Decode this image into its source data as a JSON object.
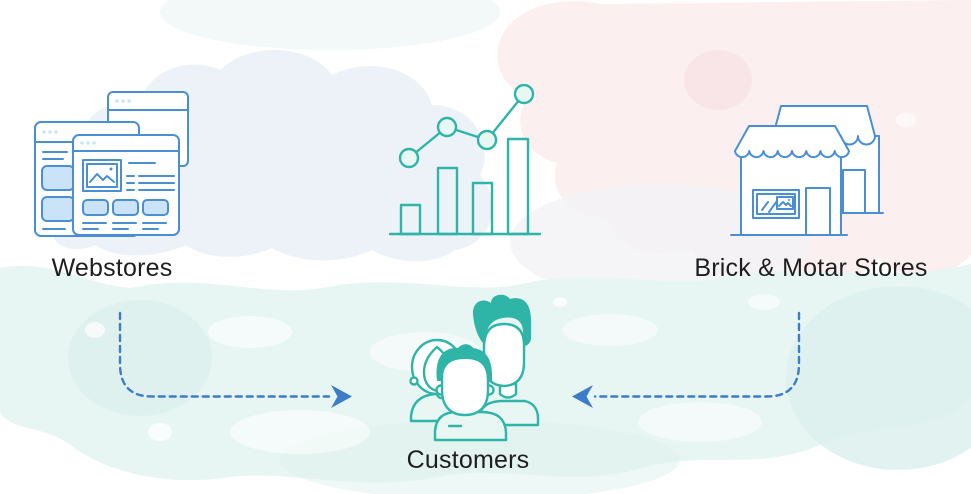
{
  "diagram": {
    "nodes": {
      "webstores": {
        "label": "Webstores",
        "icon": "browser-windows-icon"
      },
      "growth_chart": {
        "icon": "growth-bar-chart-icon"
      },
      "brick_motar": {
        "label": "Brick & Motar Stores",
        "icon": "storefront-icon"
      },
      "customers": {
        "label": "Customers",
        "icon": "people-group-icon"
      }
    },
    "arrows": [
      {
        "from": "webstores",
        "to": "customers",
        "style": "dashed",
        "direction": "right"
      },
      {
        "from": "brick_motar",
        "to": "customers",
        "style": "dashed",
        "direction": "left"
      }
    ],
    "colors": {
      "blue_outline": "#4a8fd3",
      "blue_fill": "#cbe3f8",
      "teal_outline": "#2fb5a8",
      "teal_fill": "#e8f6f4",
      "arrow_blue": "#3d7cc9",
      "label_text": "#1e1e1e",
      "bg_pink": "#fbeff0",
      "bg_teal": "#e7f5f3",
      "bg_gray_blue": "#edf2f8"
    }
  }
}
